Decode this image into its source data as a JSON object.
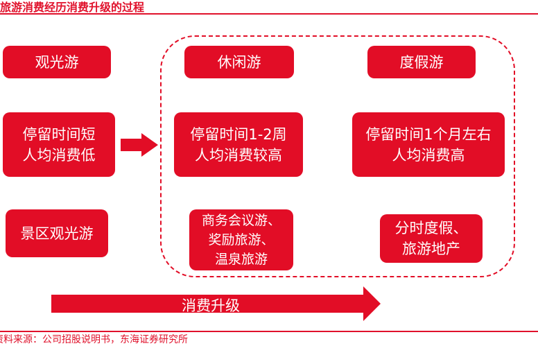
{
  "title": "旅游消费经历消费升级的过程",
  "columns": [
    {
      "type": "观光游",
      "desc": "停留时间短\n人均消费低",
      "example": "景区观光游"
    },
    {
      "type": "休闲游",
      "desc": "停留时间1-2周\n人均消费较高",
      "example": "商务会议游、\n奖励旅游、\n温泉旅游"
    },
    {
      "type": "度假游",
      "desc": "停留时间1个月左右\n人均消费高",
      "example": "分时度假、\n旅游地产"
    }
  ],
  "arrow_label": "消费升级",
  "source": "资料来源：公司招股说明书，东海证券研究所",
  "colors": {
    "accent": "#e20d26"
  }
}
